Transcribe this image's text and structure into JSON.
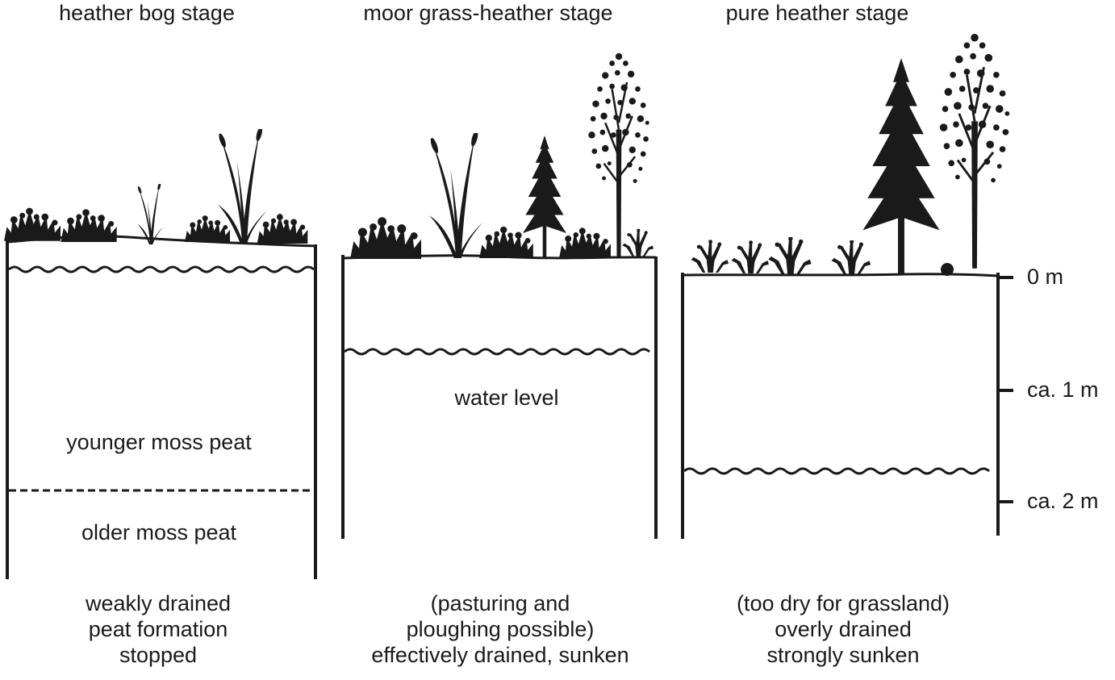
{
  "stages": [
    {
      "title": "heather bog stage",
      "footer": [
        "weakly drained",
        "peat formation",
        "stopped"
      ]
    },
    {
      "title": "moor grass-heather stage",
      "footer": [
        "(pasturing and",
        "ploughing possible)",
        "effectively drained, sunken"
      ]
    },
    {
      "title": "pure heather stage",
      "footer": [
        "(too dry for grassland)",
        "overly drained",
        "strongly sunken"
      ]
    }
  ],
  "layer_labels": {
    "younger": "younger moss peat",
    "older": "older moss peat",
    "water": "water level"
  },
  "depth_scale": [
    "0 m",
    "ca. 1 m",
    "ca. 2 m"
  ],
  "colors": {
    "ink": "#1a1a1a",
    "background": "#ffffff"
  }
}
